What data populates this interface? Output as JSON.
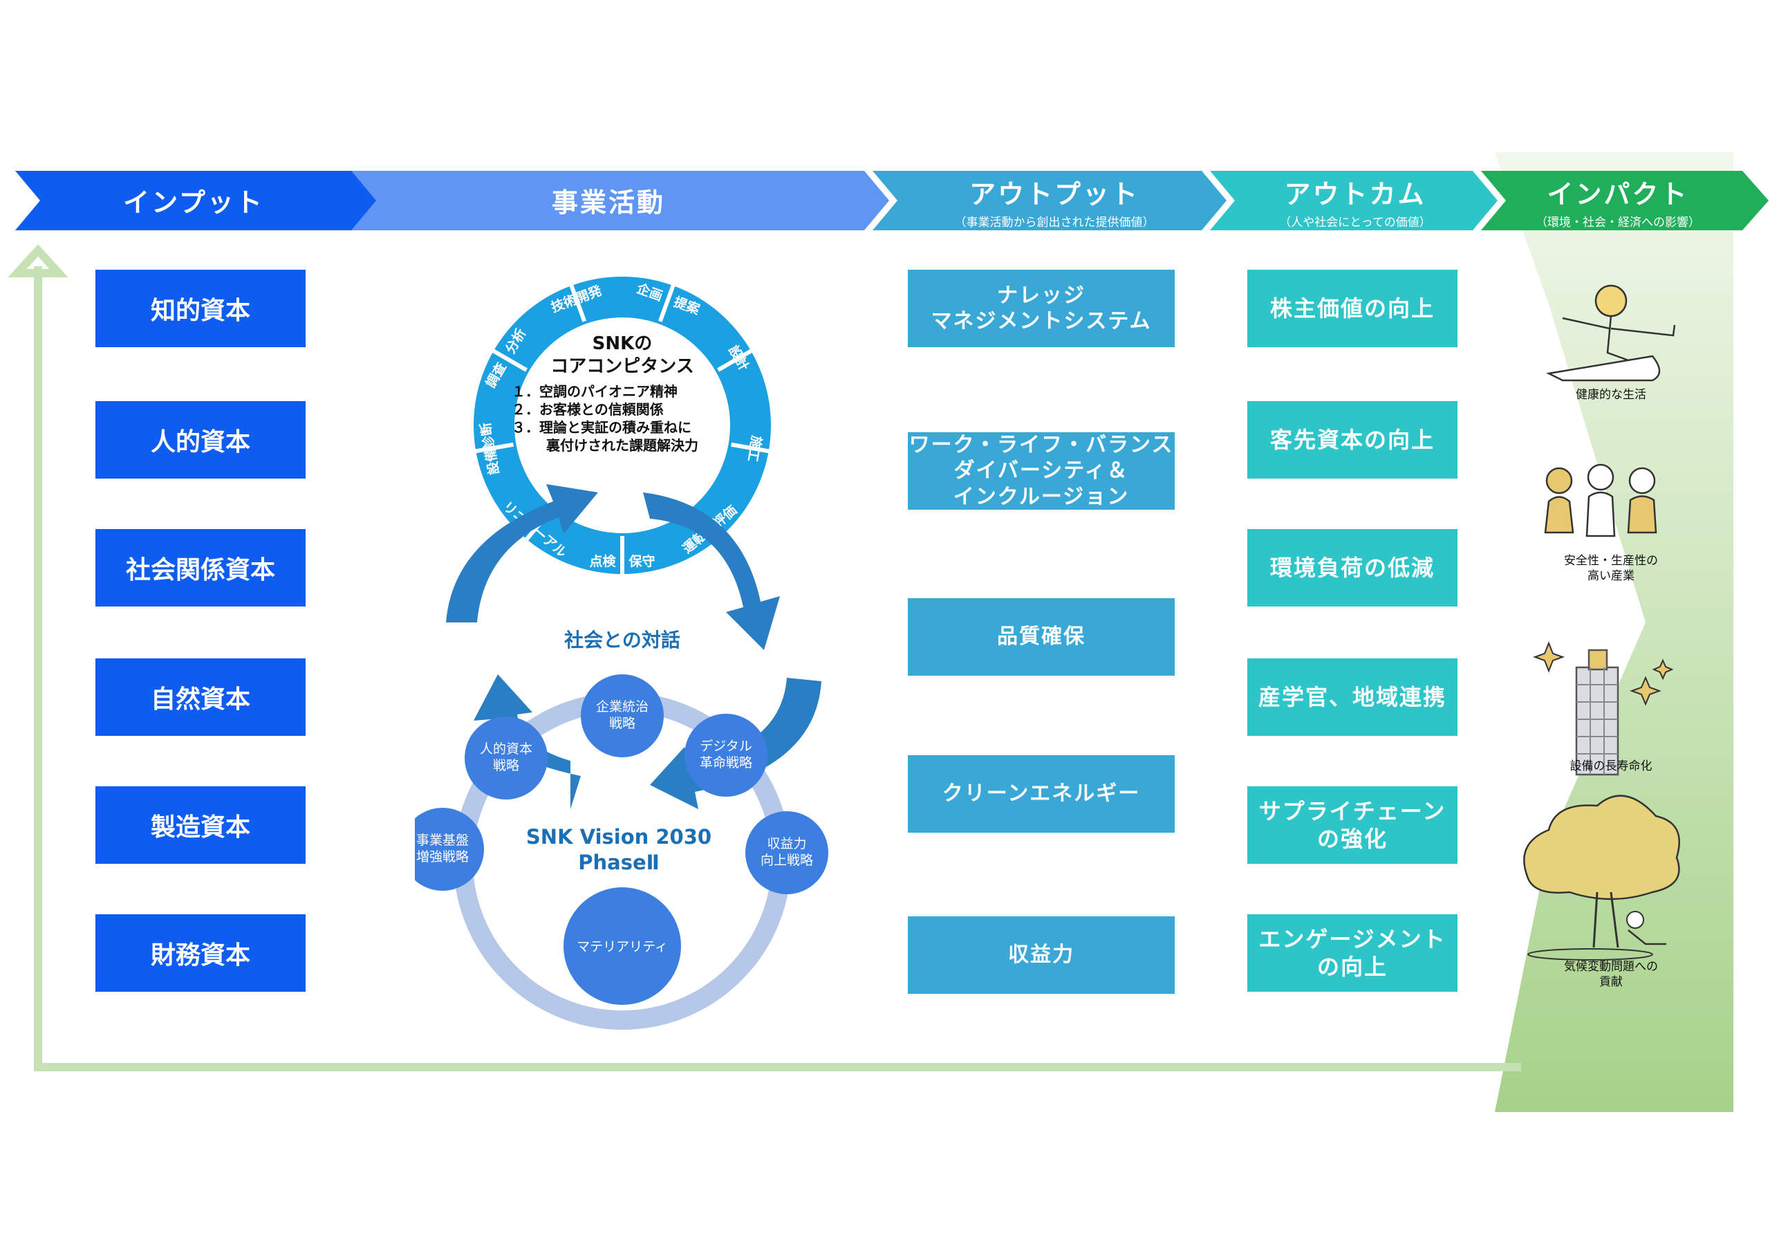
{
  "headers": [
    {
      "title": "インプット",
      "sub": ""
    },
    {
      "title": "事業活動",
      "sub": ""
    },
    {
      "title": "アウトプット",
      "sub": "（事業活動から創出された提供価値）"
    },
    {
      "title": "アウトカム",
      "sub": "（人や社会にとっての価値）"
    },
    {
      "title": "インパクト",
      "sub": "（環境・社会・経済への影響）"
    }
  ],
  "inputs": [
    "知的資本",
    "人的資本",
    "社会関係資本",
    "自然資本",
    "製造資本",
    "財務資本"
  ],
  "core": {
    "title1": "SNKの",
    "title2": "コアコンピタンス",
    "items": [
      "１．空調のパイオニア精神",
      "２．お客様との信頼関係",
      "３．理論と実証の積み重ねに",
      "裏付けされた課題解決力"
    ]
  },
  "ring_segments": [
    "技術開発",
    "企画・提案",
    "設計",
    "施工",
    "運転と評価",
    "点検・保守",
    "リニューアル",
    "設備診断",
    "調査・分析"
  ],
  "dialogue": "社会との対話",
  "vision": {
    "line1": "SNK Vision 2030",
    "line2": "PhaseⅡ"
  },
  "strategies": [
    "企業統治\n戦略",
    "デジタル\n革命戦略",
    "収益力\n向上戦略",
    "マテリアリティ",
    "事業基盤\n増強戦略",
    "人的資本\n戦略"
  ],
  "outputs": [
    "ナレッジ\nマネジメントシステム",
    "ワーク・ライフ・バランス\nダイバーシティ＆\nインクルージョン",
    "品質確保",
    "クリーンエネルギー",
    "収益力"
  ],
  "outcomes": [
    "株主価値の向上",
    "客先資本の向上",
    "環境負荷の低減",
    "産学官、地域連携",
    "サプライチェーン\nの強化",
    "エンゲージメント\nの向上"
  ],
  "impacts": [
    "健康的な生活",
    "安全性・生産性の\n高い産業",
    "設備の長寿命化",
    "気候変動問題への\n貢献"
  ],
  "colors": {
    "input": "#0f5cf0",
    "activity": "#5f96f4",
    "output": "#39a8d6",
    "outcome": "#2ec5c9",
    "impact": "#1fae5a",
    "ring": "#1ba0e1",
    "arrow": "#2a7fc4"
  }
}
